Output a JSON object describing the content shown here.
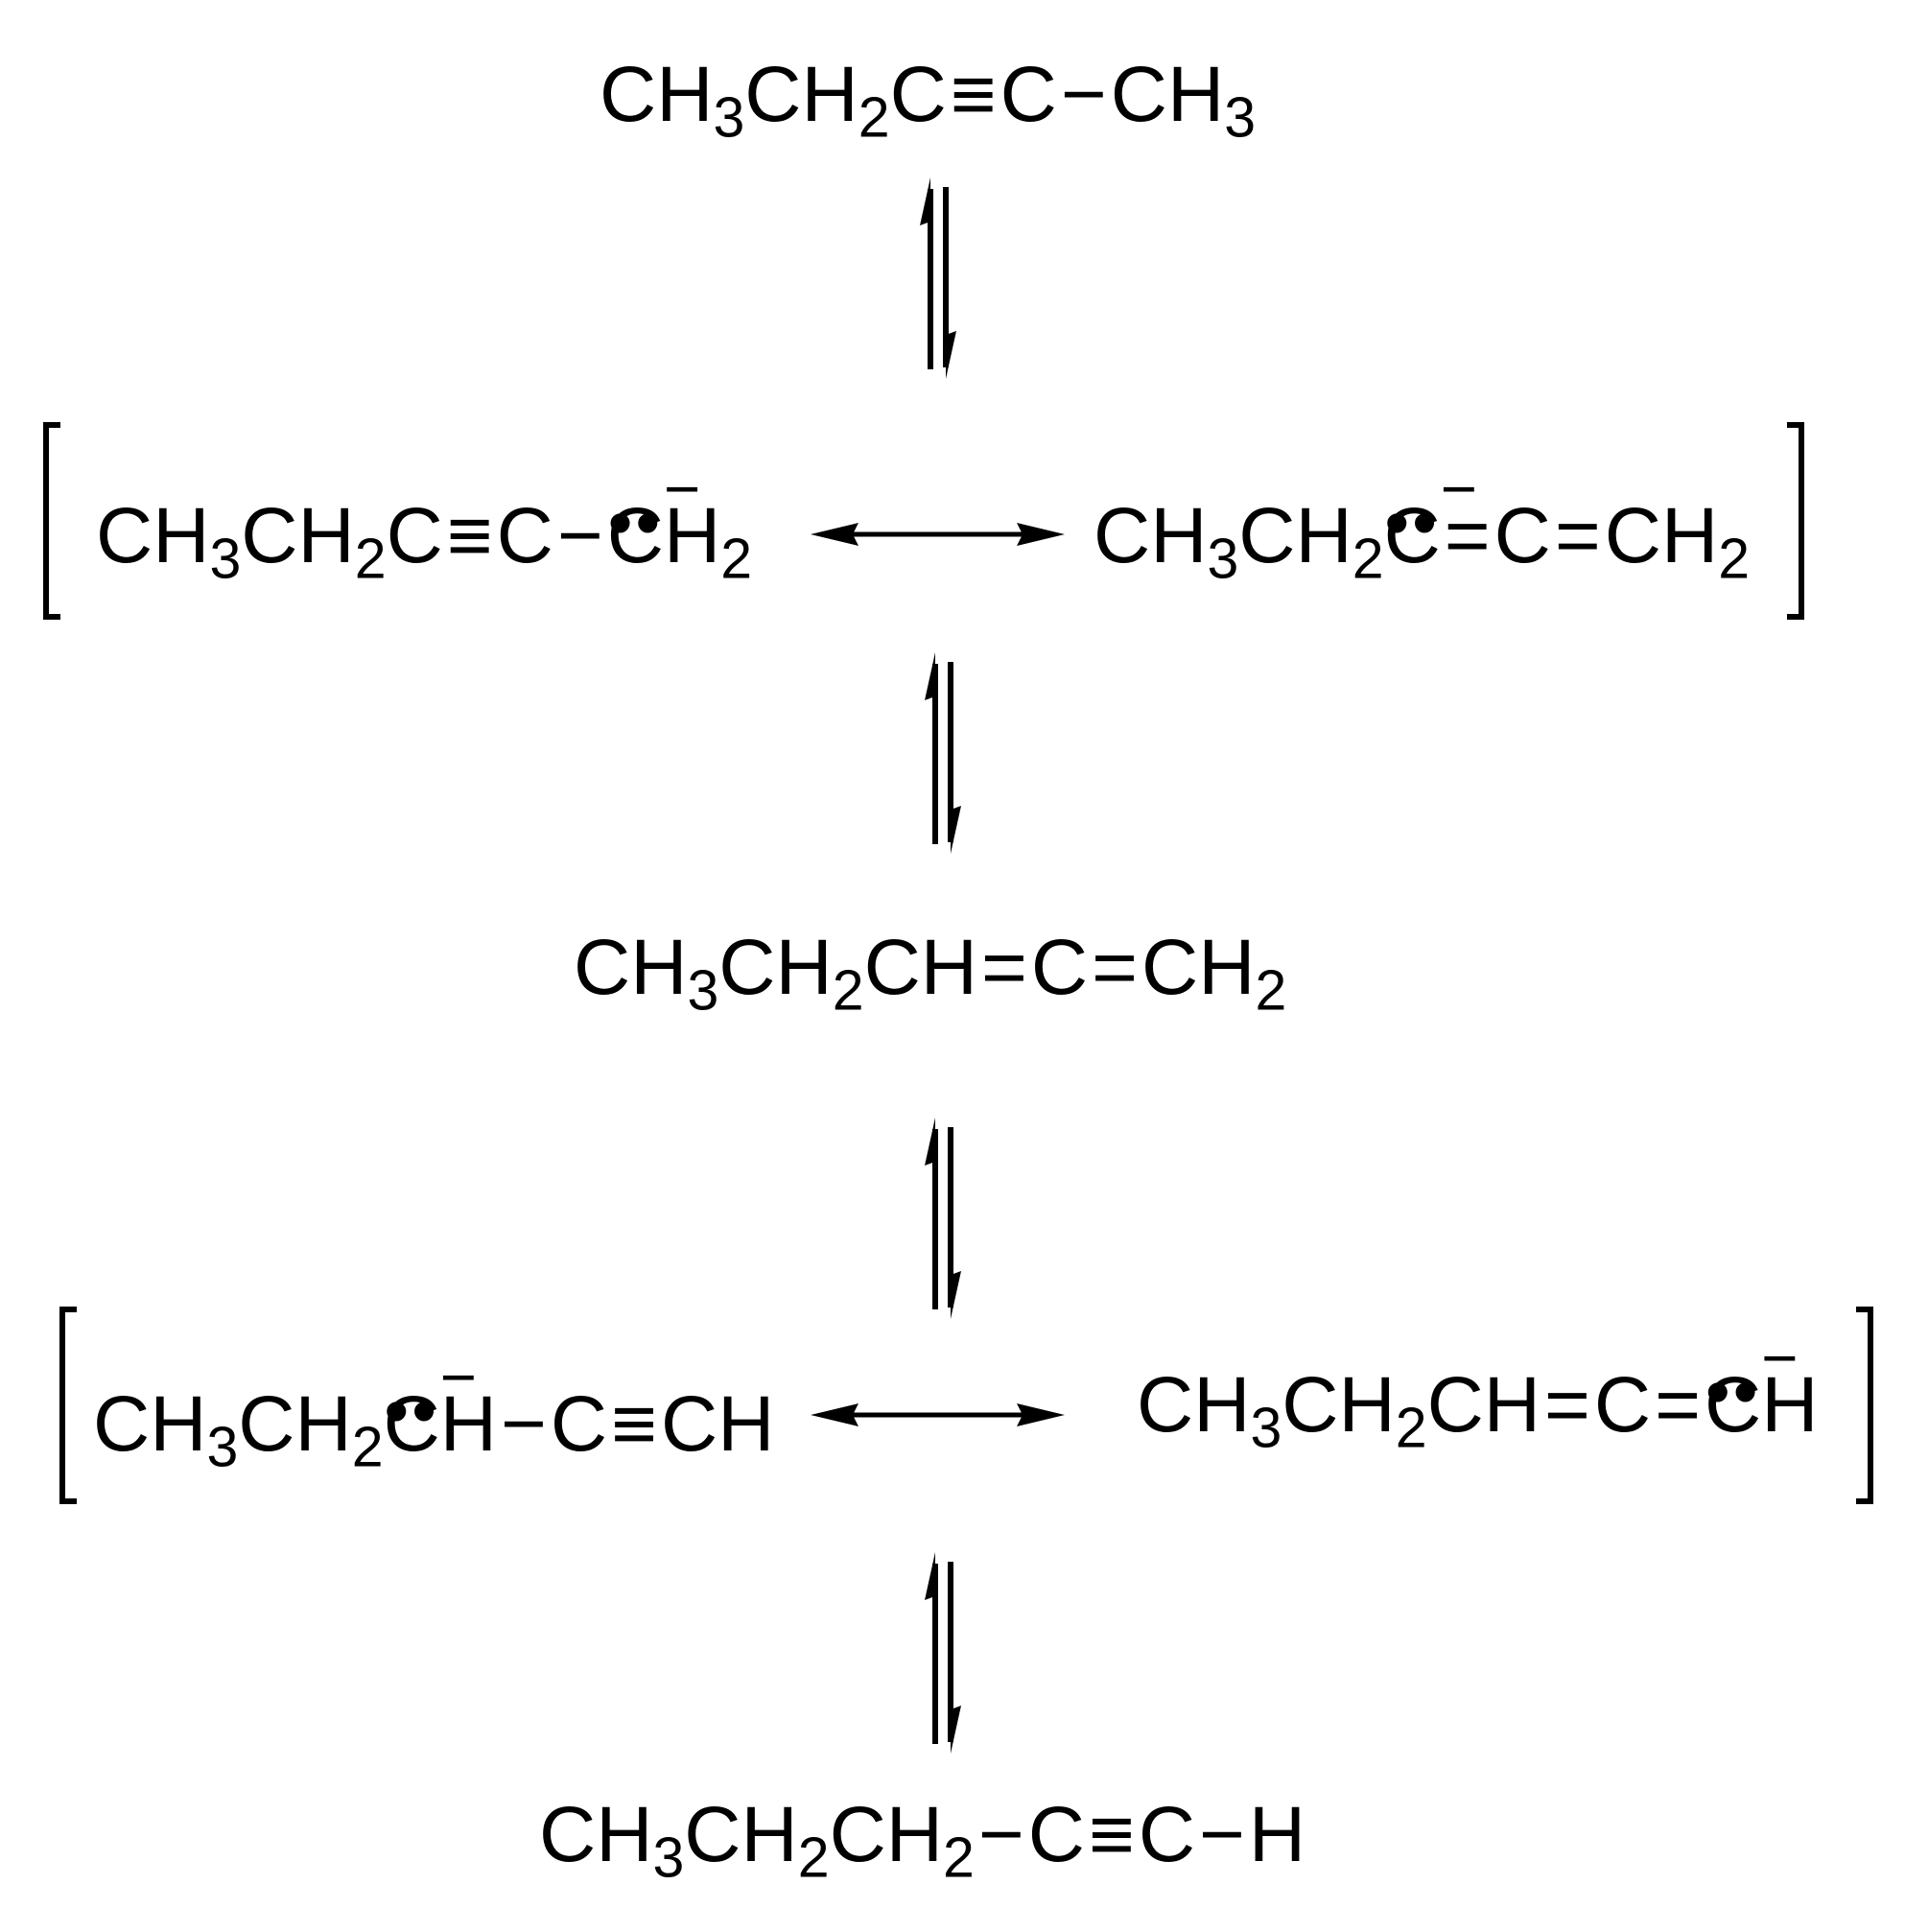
{
  "diagram": {
    "type": "reaction-mechanism",
    "description": "Base-catalyzed isomerization of 2-pentyne to 1-pentyne via resonance-stabilized carbanions and an allene intermediate",
    "steps": [
      {
        "id": "s1",
        "role": "starting-material",
        "parts": [
          {
            "t": "CH"
          },
          {
            "sub": "3"
          },
          {
            "t": "CH"
          },
          {
            "sub": "2"
          },
          {
            "t": "C"
          },
          {
            "bond": "≡"
          },
          {
            "t": "C"
          },
          {
            "bond": "−"
          },
          {
            "t": "CH"
          },
          {
            "sub": "3"
          }
        ],
        "text": "CH3CH2C≡C−CH3"
      },
      {
        "id": "s2",
        "role": "resonance-intermediate",
        "left": {
          "text": "CH3CH2C≡C−:CH2(−)",
          "parts": [
            {
              "t": "CH"
            },
            {
              "sub": "3"
            },
            {
              "t": "CH"
            },
            {
              "sub": "2"
            },
            {
              "t": "C"
            },
            {
              "bond": "≡"
            },
            {
              "t": "C"
            },
            {
              "bond": "−"
            },
            {
              "lp": "C",
              "charge": "−"
            },
            {
              "t": "H"
            },
            {
              "sub": "2"
            }
          ]
        },
        "right": {
          "text": "CH3CH2:C(−)=C=CH2",
          "parts": [
            {
              "t": "CH"
            },
            {
              "sub": "3"
            },
            {
              "t": "CH"
            },
            {
              "sub": "2"
            },
            {
              "lp": "C",
              "charge": "−"
            },
            {
              "bond": "="
            },
            {
              "t": "C"
            },
            {
              "bond": "="
            },
            {
              "t": "CH"
            },
            {
              "sub": "2"
            }
          ]
        }
      },
      {
        "id": "s3",
        "role": "allene-intermediate",
        "parts": [
          {
            "t": "CH"
          },
          {
            "sub": "3"
          },
          {
            "t": "CH"
          },
          {
            "sub": "2"
          },
          {
            "t": "CH"
          },
          {
            "bond": "="
          },
          {
            "t": "C"
          },
          {
            "bond": "="
          },
          {
            "t": "CH"
          },
          {
            "sub": "2"
          }
        ],
        "text": "CH3CH2CH=C=CH2"
      },
      {
        "id": "s4",
        "role": "resonance-intermediate",
        "left": {
          "text": "CH3CH2:CH(−)−C≡CH",
          "parts": [
            {
              "t": "CH"
            },
            {
              "sub": "3"
            },
            {
              "t": "CH"
            },
            {
              "sub": "2"
            },
            {
              "lp": "C",
              "charge": "−"
            },
            {
              "t": "H"
            },
            {
              "bond": "−"
            },
            {
              "t": "C"
            },
            {
              "bond": "≡"
            },
            {
              "t": "CH"
            }
          ]
        },
        "right": {
          "text": "CH3CH2CH=C=:CH(−)",
          "parts": [
            {
              "t": "CH"
            },
            {
              "sub": "3"
            },
            {
              "t": "CH"
            },
            {
              "sub": "2"
            },
            {
              "t": "CH"
            },
            {
              "bond": "="
            },
            {
              "t": "C"
            },
            {
              "bond": "="
            },
            {
              "lp": "C",
              "charge": "−"
            },
            {
              "t": "H"
            }
          ]
        }
      },
      {
        "id": "s5",
        "role": "product",
        "parts": [
          {
            "t": "CH"
          },
          {
            "sub": "3"
          },
          {
            "t": "CH"
          },
          {
            "sub": "2"
          },
          {
            "t": "CH"
          },
          {
            "sub": "2"
          },
          {
            "bond": "−"
          },
          {
            "t": "C"
          },
          {
            "bond": "≡"
          },
          {
            "t": "C"
          },
          {
            "bond": "−"
          },
          {
            "t": "H"
          }
        ],
        "text": "CH3CH2CH2−C≡C−H"
      }
    ],
    "arrows": [
      {
        "type": "equilibrium",
        "from": "s1",
        "to": "s2"
      },
      {
        "type": "resonance",
        "within": "s2"
      },
      {
        "type": "equilibrium",
        "from": "s2",
        "to": "s3"
      },
      {
        "type": "equilibrium",
        "from": "s3",
        "to": "s4"
      },
      {
        "type": "resonance",
        "within": "s4"
      },
      {
        "type": "equilibrium",
        "from": "s4",
        "to": "s5"
      }
    ],
    "symbols": {
      "lone_pair": "••",
      "negative_charge": "−"
    },
    "colors": {
      "ink": "#000000",
      "background": "#ffffff"
    }
  }
}
